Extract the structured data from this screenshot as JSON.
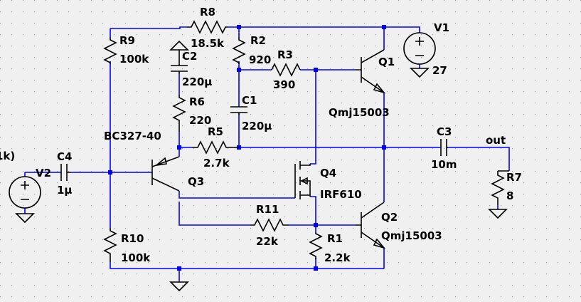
{
  "schematic": {
    "labels": {
      "R8_name": "R8",
      "R8_value": "18.5k",
      "R9_name": "R9",
      "R9_value": "100k",
      "R2_name": "R2",
      "R2_value": "920",
      "R3_name": "R3",
      "R3_value": "390",
      "C2_name": "C2",
      "C2_value": "220µ",
      "R6_name": "R6",
      "R6_value": "220",
      "C1_name": "C1",
      "C1_value": "220µ",
      "R5_name": "R5",
      "R5_value": "2.7k",
      "Q3_model": "BC327-40",
      "Q3_name": "Q3",
      "Q1_name": "Q1",
      "Q1_model": "Qmj15003",
      "Q2_name": "Q2",
      "Q2_model": "Qmj15003",
      "Q4_name": "Q4",
      "Q4_model": "IRF610",
      "V1_name": "V1",
      "V1_value": "27",
      "V2_name": "V2",
      "V2_value": "1k)",
      "C3_name": "C3",
      "C3_value": "10m",
      "C4_name": "C4",
      "C4_value": "1µ",
      "R7_name": "R7",
      "R7_value": "8",
      "R11_name": "R11",
      "R11_value": "22k",
      "R1_name": "R1",
      "R1_value": "2.2k",
      "R10_name": "R10",
      "R10_value": "100k",
      "out_label": "out"
    }
  }
}
